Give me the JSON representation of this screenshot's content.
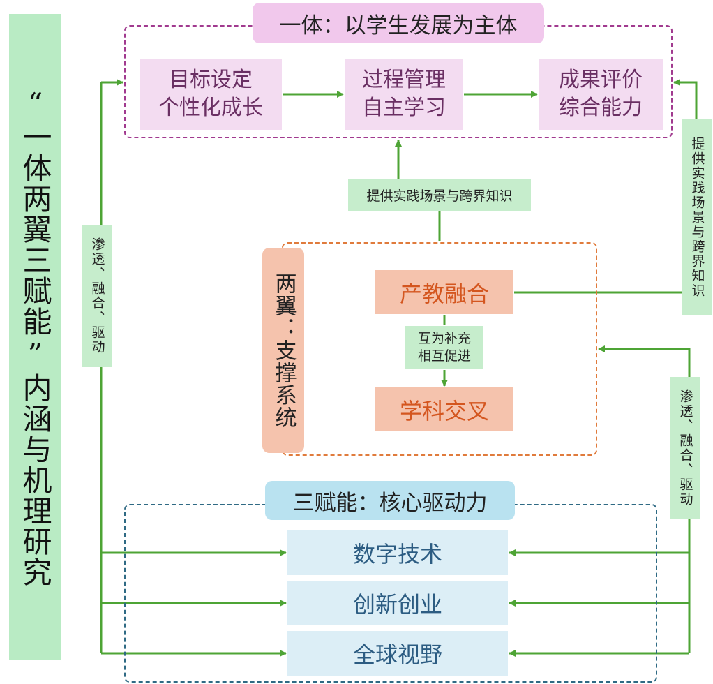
{
  "side_title": "“一体两翼三赋能”内涵与机理研究",
  "top_section": {
    "header": "一体：以学生发展为主体",
    "boxes": [
      {
        "line1": "目标设定",
        "line2": "个性化成长"
      },
      {
        "line1": "过程管理",
        "line2": "自主学习"
      },
      {
        "line1": "成果评价",
        "line2": "综合能力"
      }
    ]
  },
  "middle_section": {
    "header": "两翼：支撑系统",
    "industry": "产教融合",
    "discipline": "学科交叉",
    "mutual_label": {
      "line1": "互为补充",
      "line2": "相互促进"
    }
  },
  "bottom_section": {
    "header": "三赋能：核心驱动力",
    "items": [
      "数字技术",
      "创新创业",
      "全球视野"
    ]
  },
  "labels": {
    "provide_center": "提供实践场景与跨界知识",
    "provide_right": "提供实践场景与跨界知识",
    "penetrate_left": "渗透、融合、驱动",
    "penetrate_right": "渗透、融合、驱动"
  },
  "colors": {
    "arrow_green": "#4ea435",
    "top_frame": "#a13a8f",
    "mid_frame": "#e07b3c",
    "bottom_frame": "#2f6a84"
  }
}
